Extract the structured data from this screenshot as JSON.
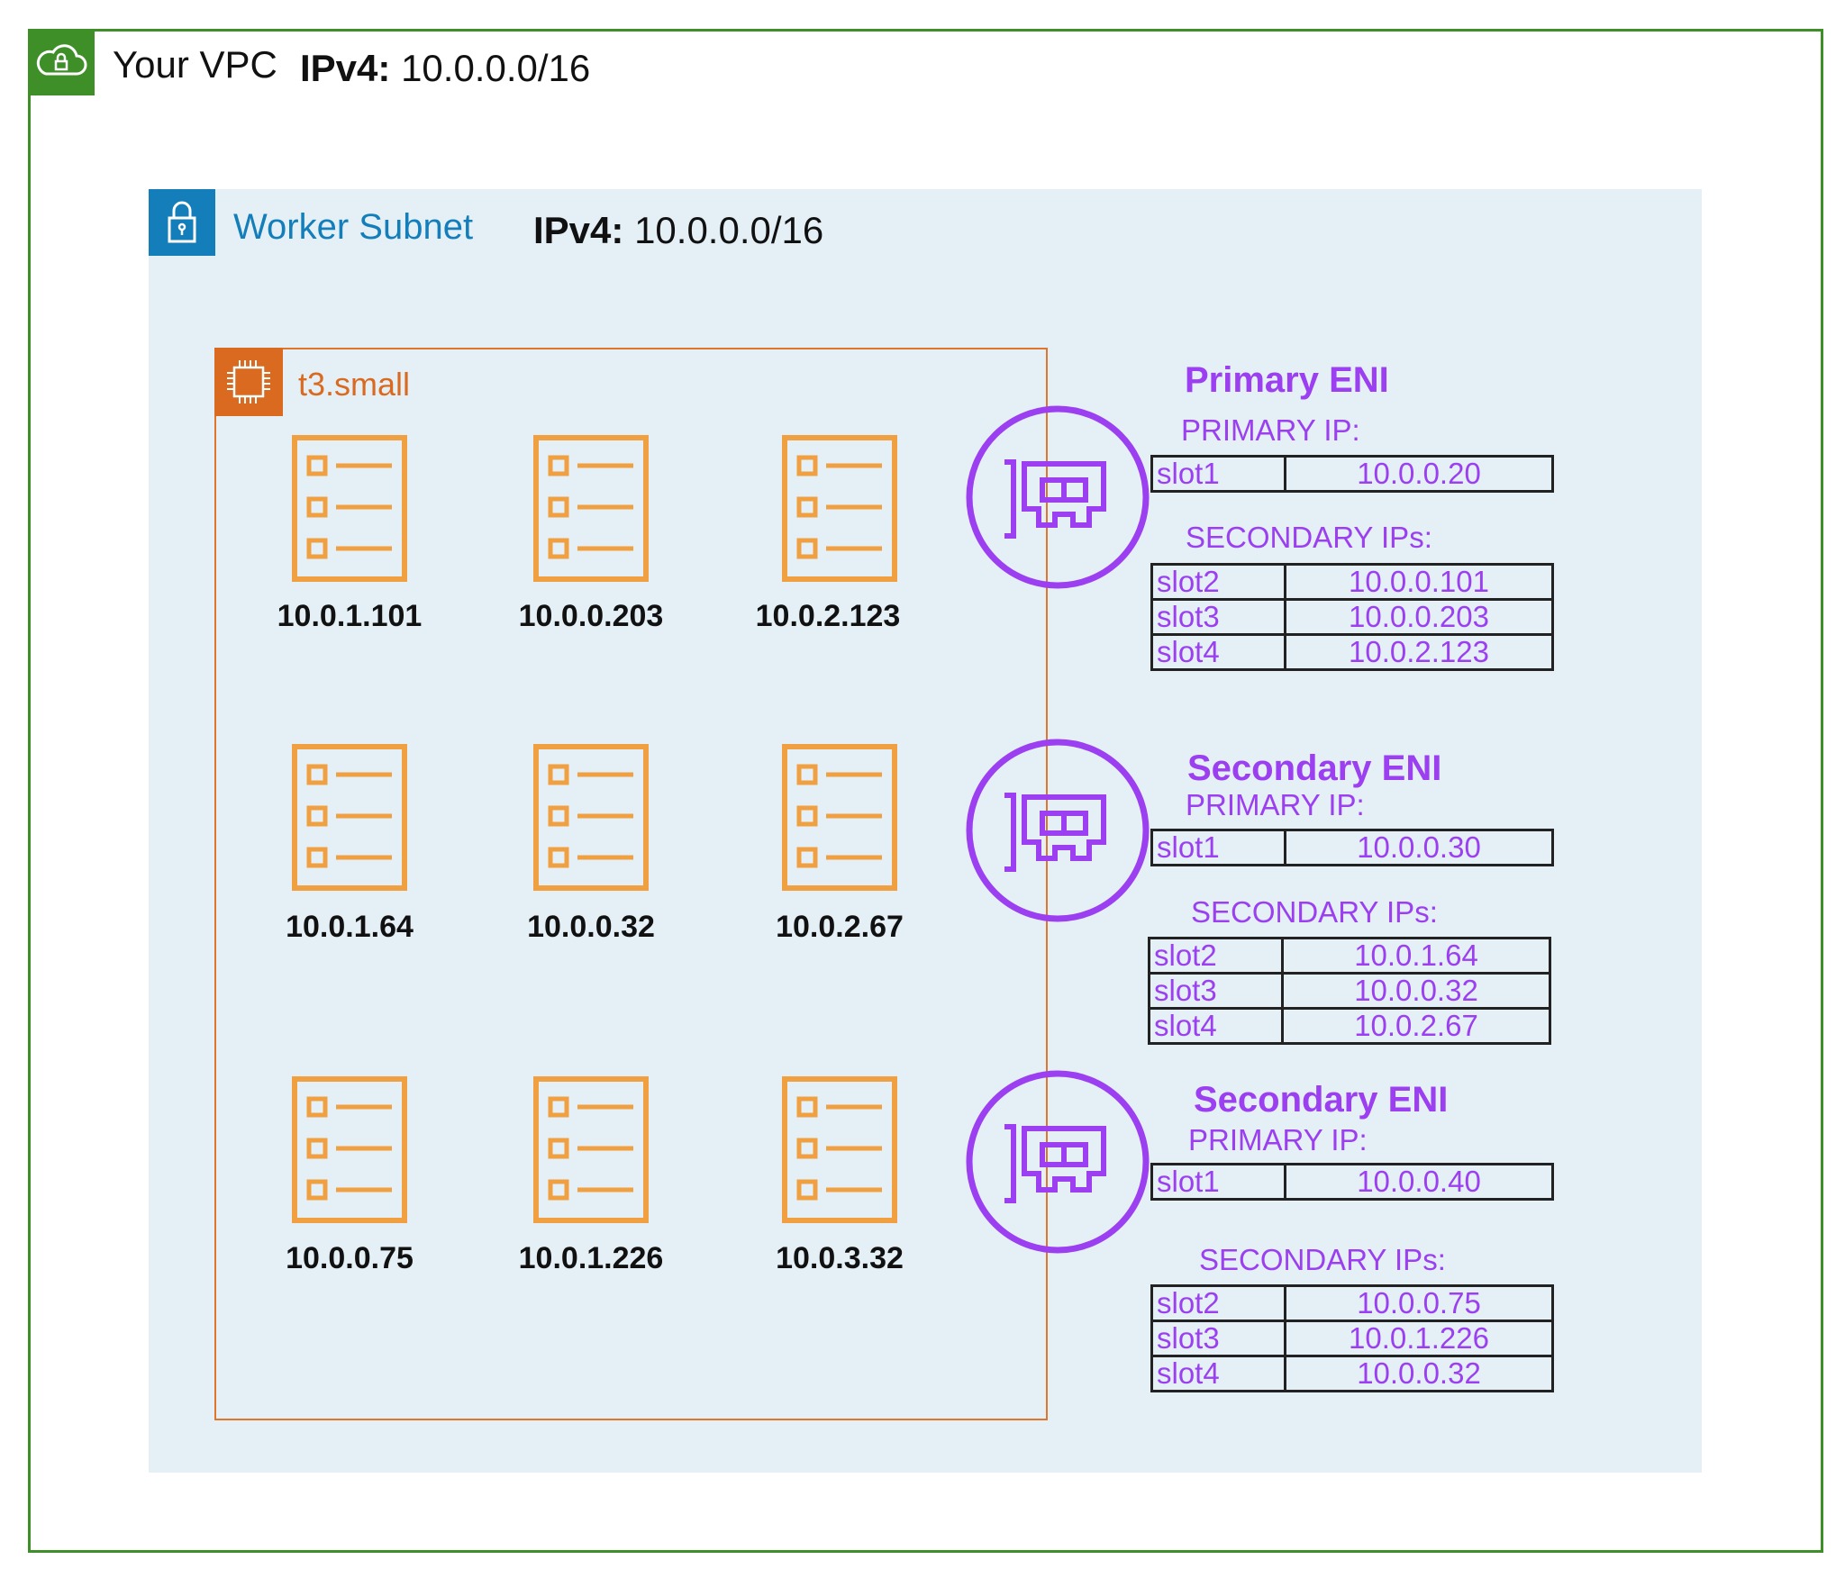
{
  "vpc": {
    "title": "Your VPC",
    "cidr_label": "IPv4:",
    "cidr": "10.0.0.0/16"
  },
  "subnet": {
    "title": "Worker Subnet",
    "cidr_label": "IPv4:",
    "cidr": "10.0.0.0/16"
  },
  "instance": {
    "title": "t3.small"
  },
  "pods": [
    [
      "10.0.1.101",
      "10.0.0.203",
      "10.0.2.123"
    ],
    [
      "10.0.1.64",
      "10.0.0.32",
      "10.0.2.67"
    ],
    [
      "10.0.0.75",
      "10.0.1.226",
      "10.0.3.32"
    ]
  ],
  "enis": [
    {
      "title": "Primary ENI",
      "primary_label": "PRIMARY IP:",
      "primary": {
        "slot": "slot1",
        "ip": "10.0.0.20"
      },
      "secondary_label": "SECONDARY IPs:",
      "secondary": [
        {
          "slot": "slot2",
          "ip": "10.0.0.101"
        },
        {
          "slot": "slot3",
          "ip": "10.0.0.203"
        },
        {
          "slot": "slot4",
          "ip": "10.0.2.123"
        }
      ]
    },
    {
      "title": "Secondary ENI",
      "primary_label": "PRIMARY IP:",
      "primary": {
        "slot": "slot1",
        "ip": "10.0.0.30"
      },
      "secondary_label": "SECONDARY IPs:",
      "secondary": [
        {
          "slot": "slot2",
          "ip": "10.0.1.64"
        },
        {
          "slot": "slot3",
          "ip": "10.0.0.32"
        },
        {
          "slot": "slot4",
          "ip": "10.0.2.67"
        }
      ]
    },
    {
      "title": "Secondary ENI",
      "primary_label": "PRIMARY IP:",
      "primary": {
        "slot": "slot1",
        "ip": "10.0.0.40"
      },
      "secondary_label": "SECONDARY IPs:",
      "secondary": [
        {
          "slot": "slot2",
          "ip": "10.0.0.75"
        },
        {
          "slot": "slot3",
          "ip": "10.0.1.226"
        },
        {
          "slot": "slot4",
          "ip": "10.0.0.32"
        }
      ]
    }
  ],
  "colors": {
    "vpc": "#3f8f29",
    "subnet": "#147eba",
    "subnet_fill": "#e4f0f6",
    "instance": "#d96a1f",
    "pod": "#f0a040",
    "eni": "#9b3ff0"
  },
  "icons": {
    "vpc": "cloud-lock-icon",
    "subnet": "padlock-icon",
    "instance": "chip-icon",
    "pod": "list-document-icon",
    "eni": "network-interface-card-icon"
  }
}
